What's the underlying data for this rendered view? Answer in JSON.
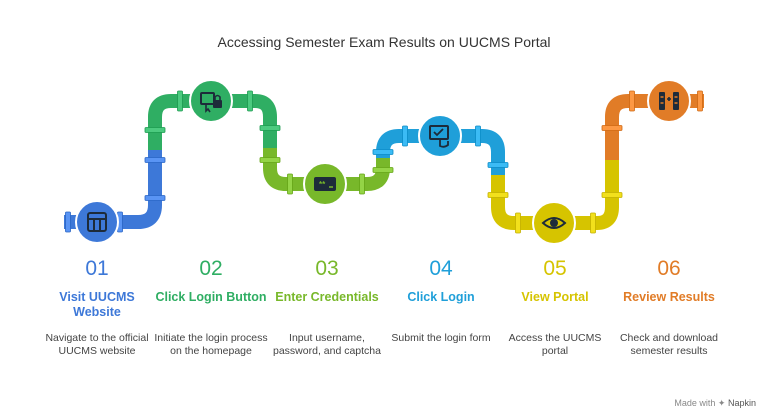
{
  "title": "Accessing Semester Exam Results on UUCMS Portal",
  "steps": [
    {
      "number": "01",
      "heading": "Visit UUCMS Website",
      "description": "Navigate to the official UUCMS website",
      "color": "#3d78d8",
      "icon": "website-layout-icon"
    },
    {
      "number": "02",
      "heading": "Click Login Button",
      "description": "Initiate the login process on the homepage",
      "color": "#2fae63",
      "icon": "login-lock-icon"
    },
    {
      "number": "03",
      "heading": "Enter Credentials",
      "description": "Input username, password, and captcha",
      "color": "#78b82a",
      "icon": "password-field-icon"
    },
    {
      "number": "04",
      "heading": "Click Login",
      "description": "Submit the login form",
      "color": "#1f9fd9",
      "icon": "submit-click-icon"
    },
    {
      "number": "05",
      "heading": "View Portal",
      "description": "Access the UUCMS portal",
      "color": "#d6c400",
      "icon": "eye-icon"
    },
    {
      "number": "06",
      "heading": "Review Results",
      "description": "Check and download semester results",
      "color": "#e17c27",
      "icon": "results-list-icon"
    }
  ],
  "watermark": {
    "prefix": "Made with",
    "brand": "Napkin"
  }
}
